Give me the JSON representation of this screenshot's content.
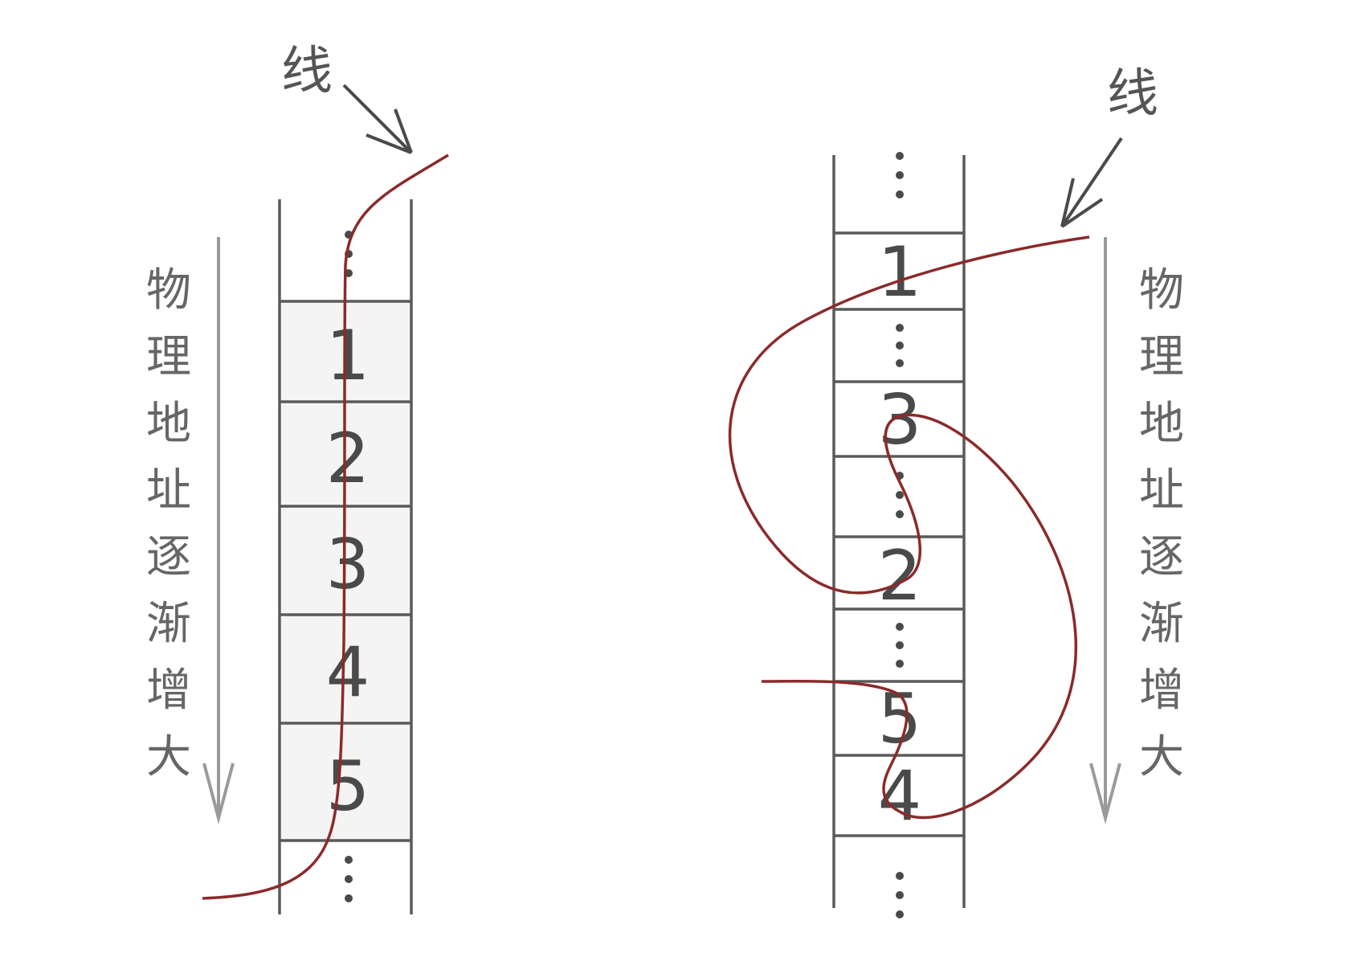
{
  "left_panel": {
    "thread_label": "线",
    "axis_chars": [
      "物",
      "理",
      "地",
      "址",
      "逐",
      "渐",
      "增",
      "大"
    ],
    "cells": [
      "1",
      "2",
      "3",
      "4",
      "5"
    ]
  },
  "right_panel": {
    "thread_label": "线",
    "axis_chars": [
      "物",
      "理",
      "地",
      "址",
      "逐",
      "渐",
      "增",
      "大"
    ],
    "cells": [
      "1",
      "",
      "3",
      "",
      "2",
      "",
      "5",
      "4"
    ]
  },
  "colors": {
    "thread": "#8b2a2a",
    "frame": "#5a5a5a",
    "cell_fill": "#f4f4f4",
    "axis_arrow": "#9a9a9a"
  }
}
